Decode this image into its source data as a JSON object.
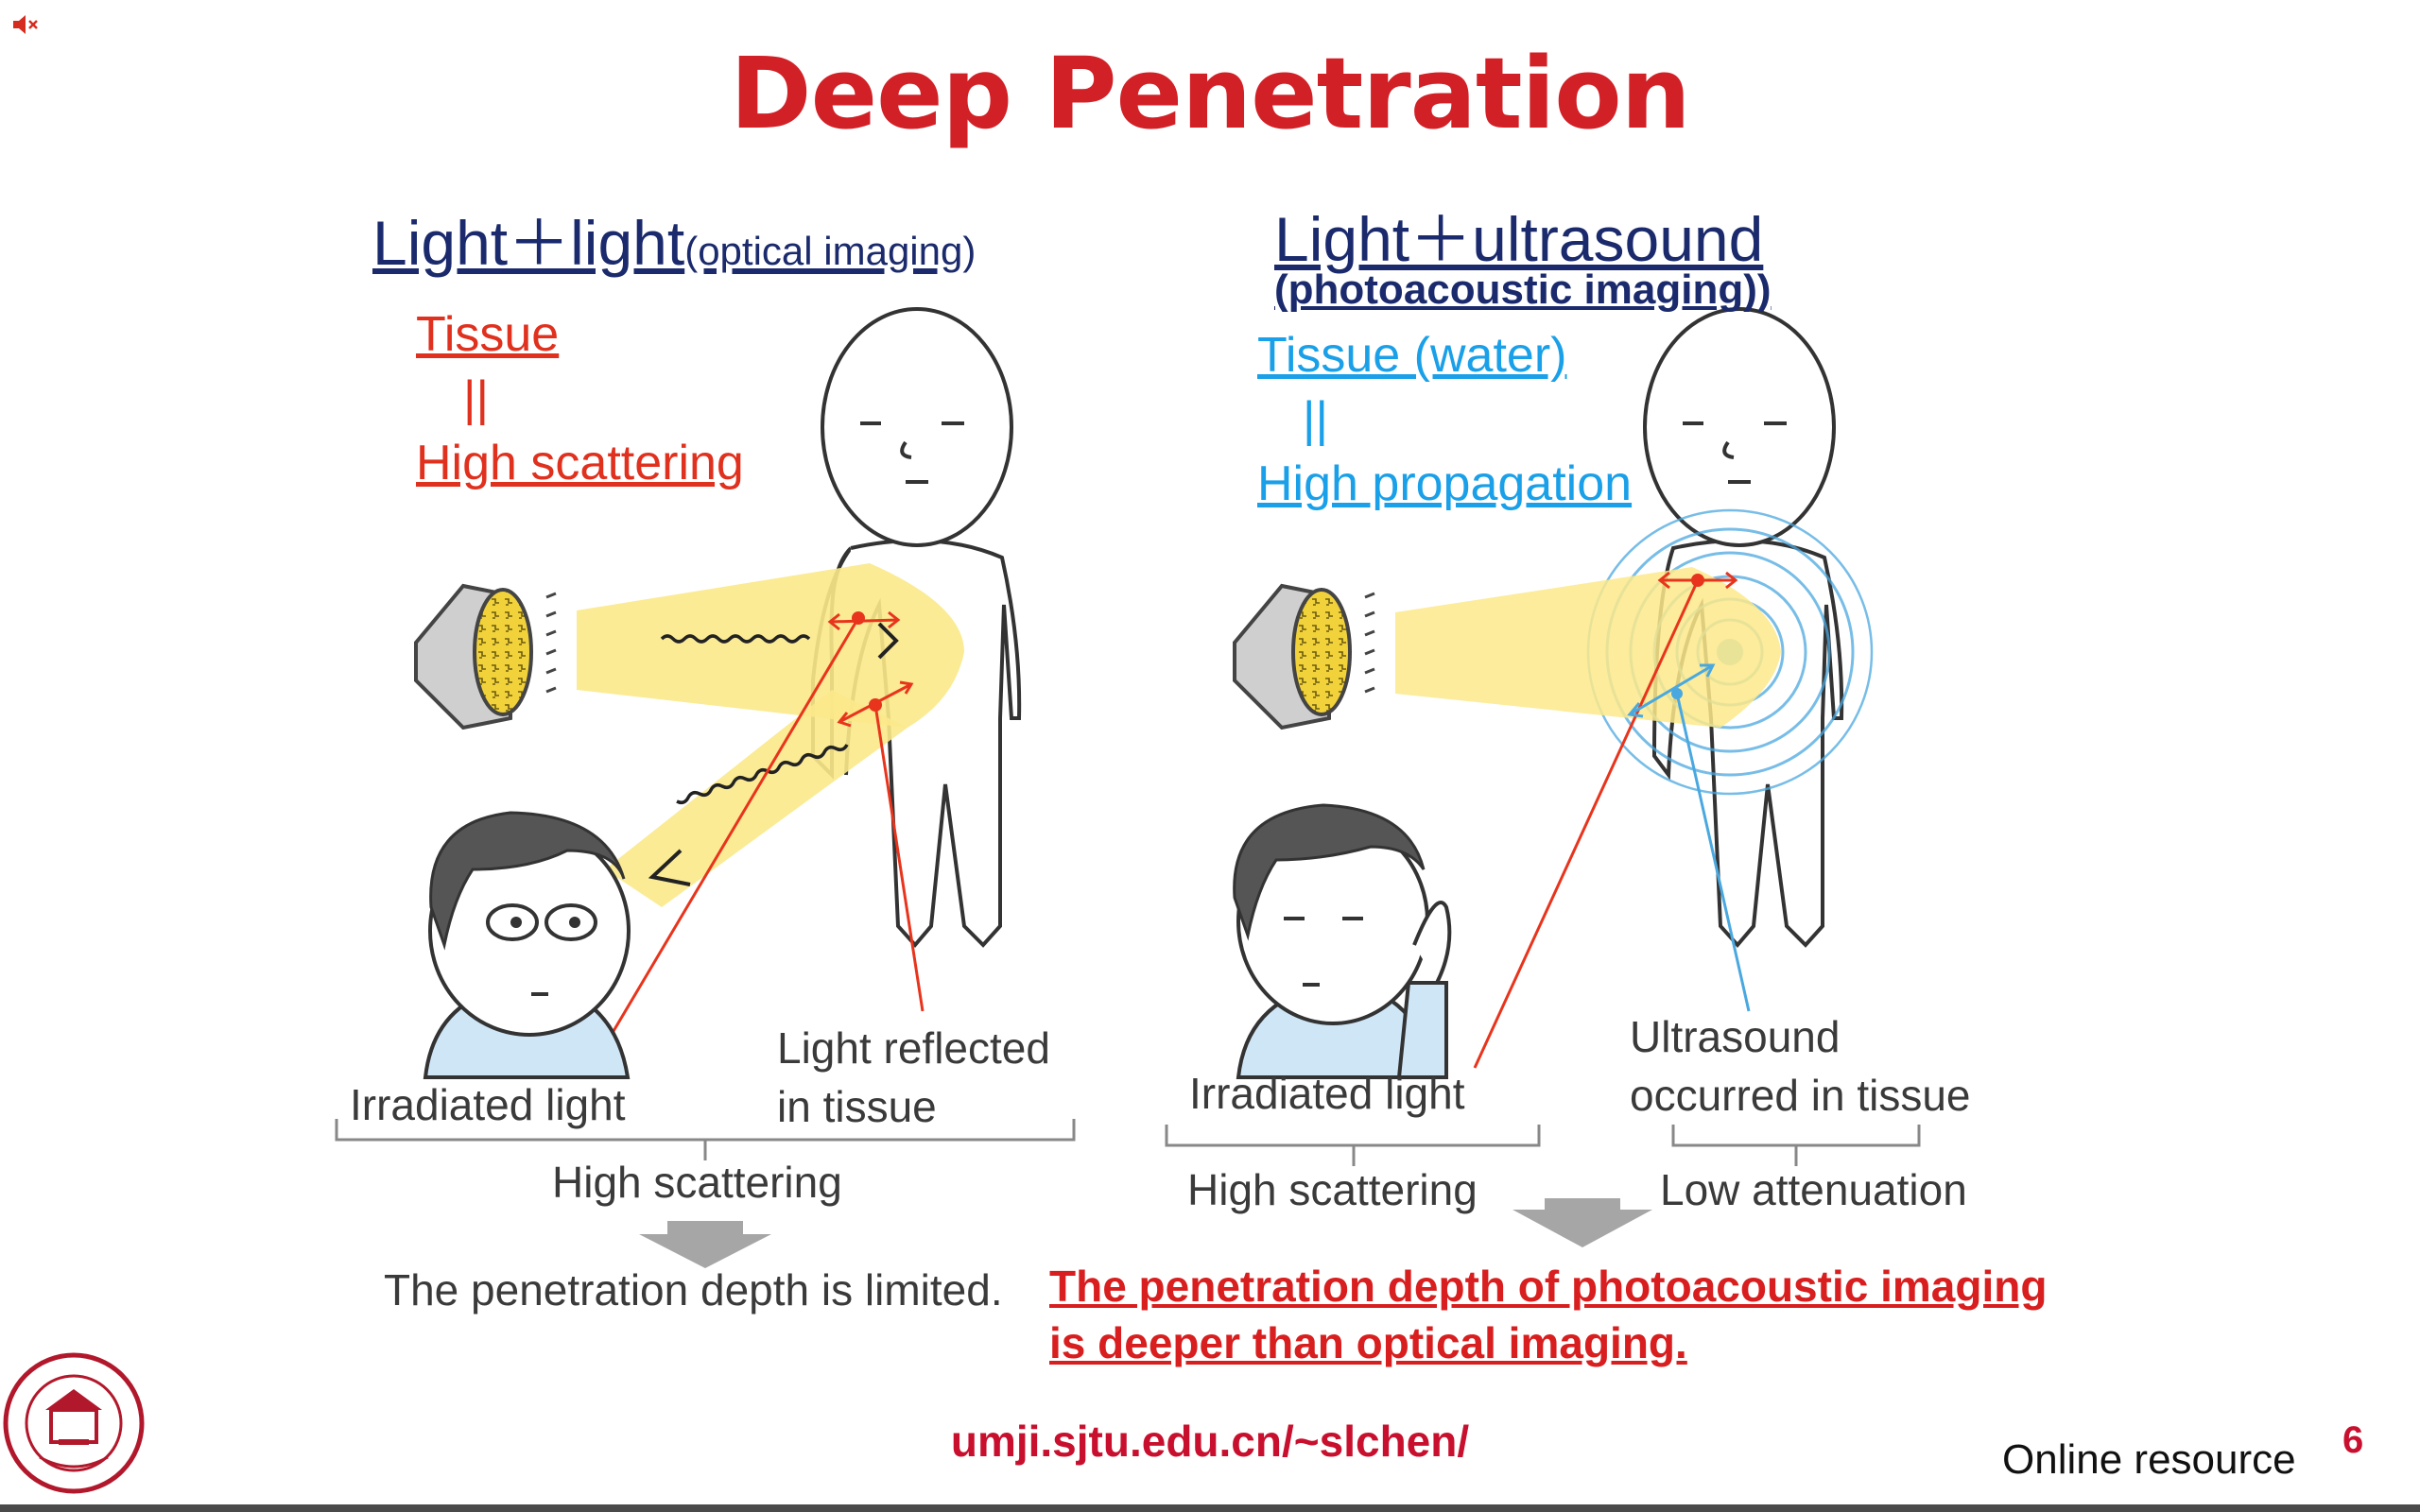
{
  "title": "Deep Penetration",
  "left": {
    "heading_main": "Light＋light",
    "heading_sub": "(optical imaging)",
    "note_tissue": "Tissue",
    "note_equals": "||",
    "note_property": "High scattering",
    "label_irradiated": "Irradiated light",
    "label_reflected_1": "Light reflected",
    "label_reflected_2": "in tissue",
    "label_group": "High scattering",
    "result": "The penetration depth is limited."
  },
  "right": {
    "heading_main": "Light＋ultrasound",
    "heading_sub": "(photoacoustic imaging))",
    "note_tissue": "Tissue (water)",
    "note_equals": "||",
    "note_property": "High propagation",
    "label_irradiated": "Irradiated light",
    "label_ultrasound_1": "Ultrasound",
    "label_ultrasound_2": "occurred in tissue",
    "label_group_1": "High scattering",
    "label_group_2": "Low attenuation"
  },
  "conclusion_line1": "The penetration depth of photoacoustic imaging",
  "conclusion_line2": "is deeper than optical imaging.",
  "footer": {
    "url": "umji.sjtu.edu.cn/~slchen/",
    "source": "Online resource",
    "page_number": "6"
  },
  "colors": {
    "title_red": "#d22027",
    "beam_yellow": "#fbe98a",
    "arrow_red": "#e8341c",
    "wave_blue": "#4aa8e0",
    "heading_navy": "#1a2a6c"
  },
  "icons": [
    "muted-speaker-icon",
    "university-seal-logo"
  ]
}
